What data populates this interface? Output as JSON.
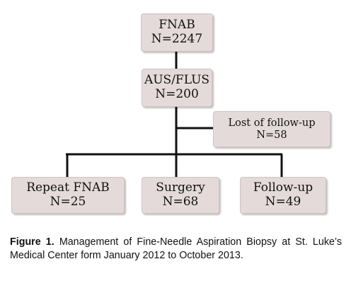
{
  "flowchart": {
    "fnab": {
      "line1": "FNAB",
      "line2": "N=2247"
    },
    "aus_flus": {
      "line1": "AUS/FLUS",
      "line2": "N=200"
    },
    "lost": {
      "line1": "Lost of follow-up",
      "line2": "N=58"
    },
    "repeat_fnab": {
      "line1": "Repeat FNAB",
      "line2": "N=25"
    },
    "surgery": {
      "line1": "Surgery",
      "line2": "N=68"
    },
    "follow_up": {
      "line1": "Follow-up",
      "line2": "N=49"
    }
  },
  "caption": {
    "label": "Figure 1.",
    "text": " Management of Fine-Needle Aspiration Biopsy at St. Luke’s Medical Center form January 2012 to October 2013."
  }
}
